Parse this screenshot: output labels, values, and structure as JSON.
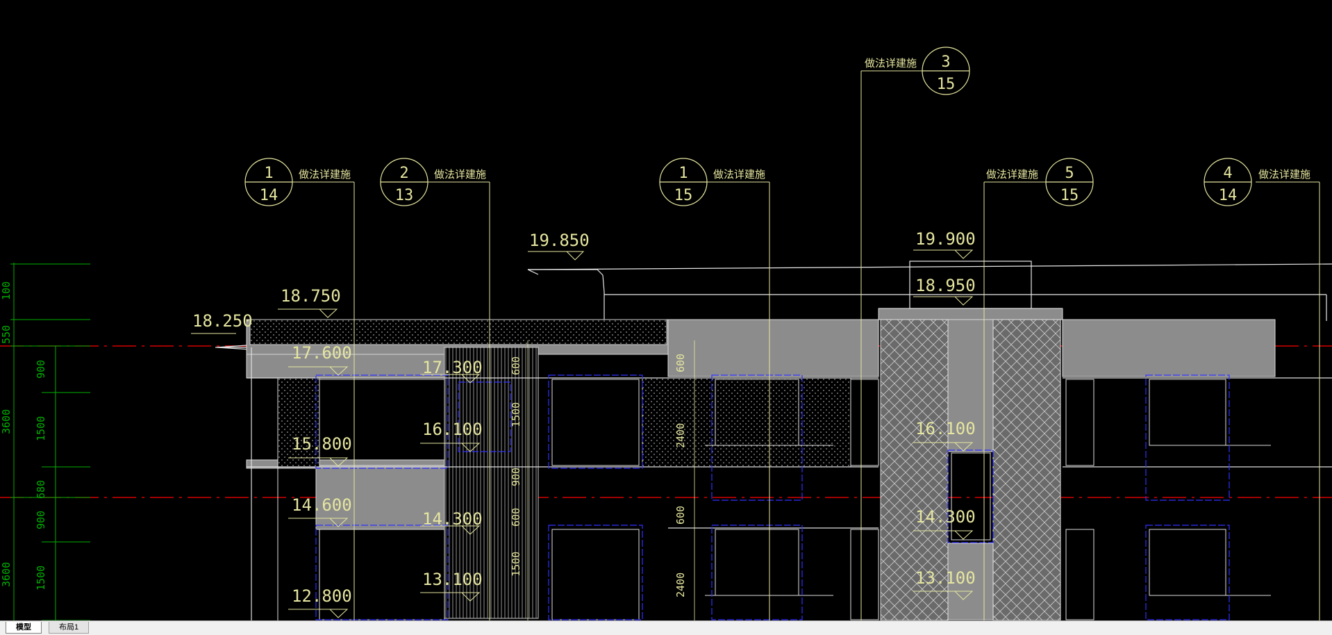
{
  "tabs": {
    "model": "模型",
    "layout1": "布局1"
  },
  "note": "做法详建施",
  "detail_refs": [
    {
      "num": "1",
      "sheet": "14"
    },
    {
      "num": "2",
      "sheet": "13"
    },
    {
      "num": "1",
      "sheet": "15"
    },
    {
      "num": "3",
      "sheet": "15"
    },
    {
      "num": "5",
      "sheet": "15"
    },
    {
      "num": "4",
      "sheet": "14"
    }
  ],
  "elevations": [
    "19.850",
    "19.900",
    "18.950",
    "18.750",
    "18.250",
    "17.600",
    "17.300",
    "16.100",
    "16.100",
    "15.800",
    "14.600",
    "14.300",
    "14.300",
    "13.100",
    "13.100",
    "12.800"
  ],
  "dimensions": [
    "900",
    "1500",
    "680",
    "900",
    "1500",
    "3600",
    "3600",
    "600",
    "1500",
    "900",
    "600",
    "1500",
    "600",
    "2400",
    "600",
    "2400",
    "100",
    "550"
  ],
  "colors": {
    "background": "#000000",
    "line": "#e8e8e8",
    "text": "#e6e6a0",
    "axis": "#ff0000",
    "dim": "#00c000",
    "glass": "#0000ff",
    "fill": "#808080"
  }
}
